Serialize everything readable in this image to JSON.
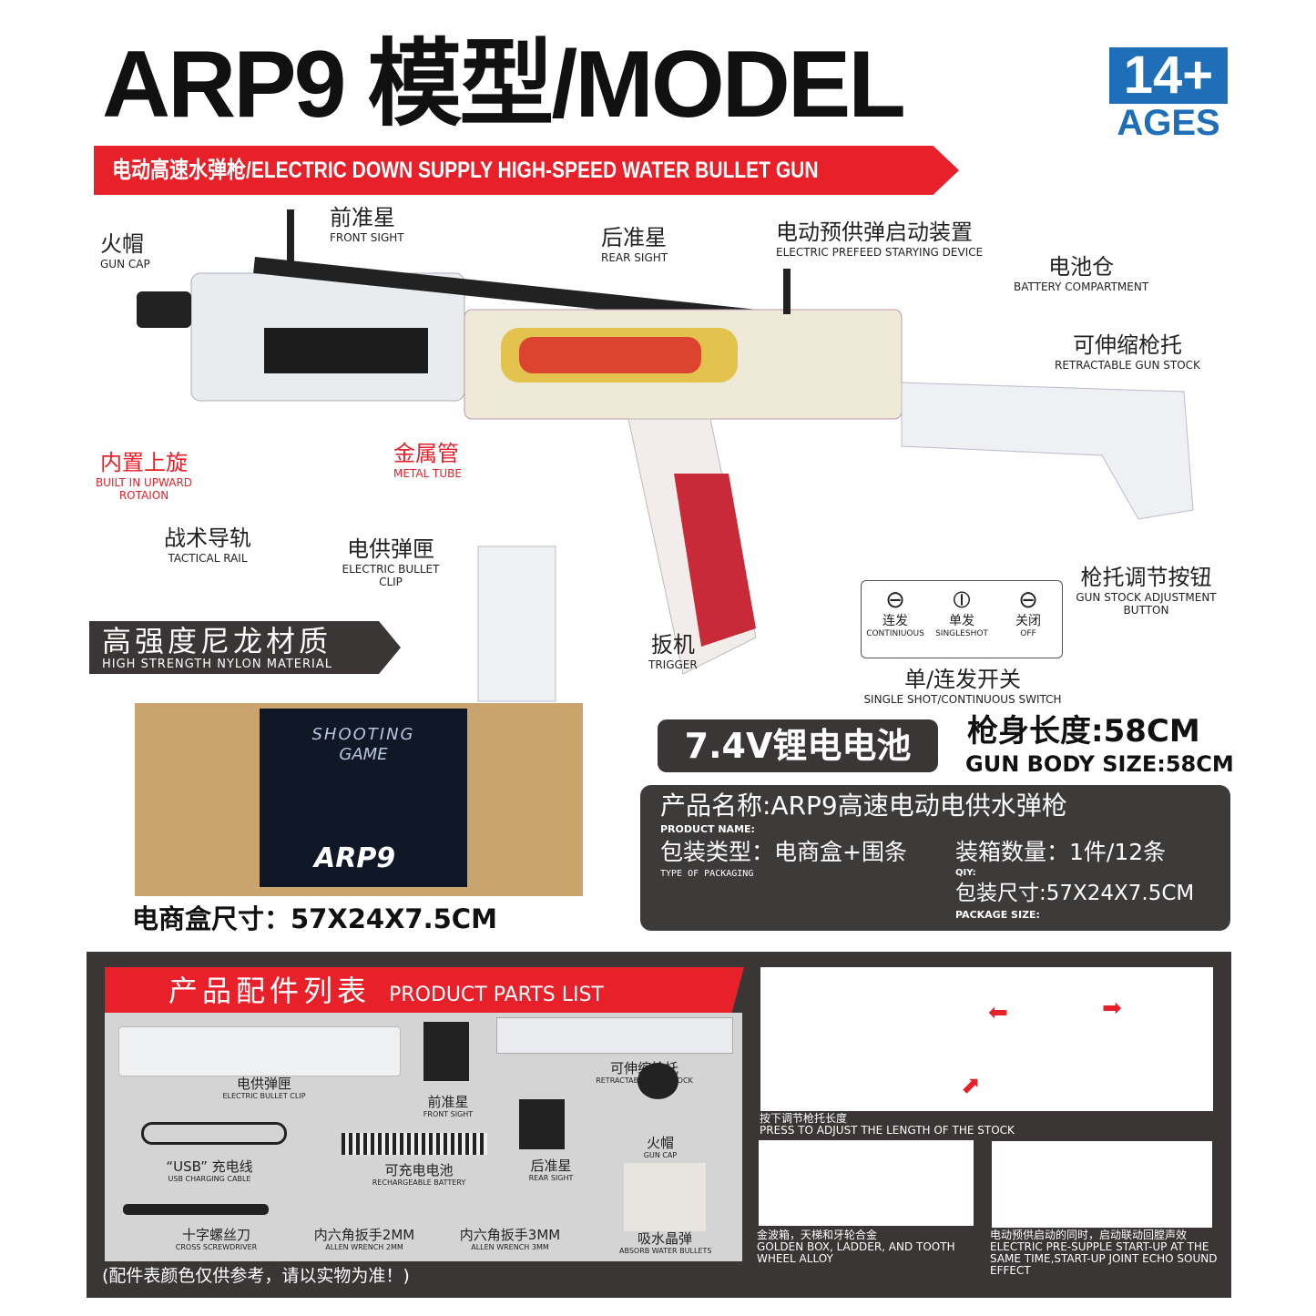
{
  "title": "ARP9 模型/MODEL",
  "age_badge": {
    "number": "14+",
    "label": "AGES",
    "color": "#1e6fb8"
  },
  "banner": "电动高速水弹枪/ELECTRIC DOWN SUPPLY HIGH-SPEED WATER BULLET GUN",
  "callouts": [
    {
      "cn": "火帽",
      "en": "GUN CAP"
    },
    {
      "cn": "前准星",
      "en": "FRONT SIGHT"
    },
    {
      "cn": "后准星",
      "en": "REAR SIGHT"
    },
    {
      "cn": "电动预供弹启动装置",
      "en": "ELECTRIC PREFEED STARYING DEVICE"
    },
    {
      "cn": "电池仓",
      "en": "BATTERY COMPARTMENT"
    },
    {
      "cn": "可伸缩枪托",
      "en": "RETRACTABLE GUN STOCK"
    },
    {
      "cn": "内置上旋",
      "en": "BUILT IN UPWARD ROTAION"
    },
    {
      "cn": "金属管",
      "en": "METAL TUBE"
    },
    {
      "cn": "战术导轨",
      "en": "TACTICAL RAIL"
    },
    {
      "cn": "电供弹匣",
      "en": "ELECTRIC BULLET CLIP"
    },
    {
      "cn": "扳机",
      "en": "TRIGGER"
    },
    {
      "cn": "枪托调节按钮",
      "en": "GUN STOCK ADJUSTMENT BUTTON"
    },
    {
      "cn": "单/连发开关",
      "en": "SINGLE SHOT/CONTINUOUS SWITCH"
    }
  ],
  "fire_modes": [
    {
      "cn": "连发",
      "en": "CONTINIUOUS"
    },
    {
      "cn": "单发",
      "en": "SINGLESHOT"
    },
    {
      "cn": "关闭",
      "en": "OFF"
    }
  ],
  "material": {
    "cn": "高强度尼龙材质",
    "en": "HIGH STRENGTH NYLON MATERIAL"
  },
  "box_art": {
    "line1": "SHOOTING",
    "line2": "GAME",
    "logo": "ARP9"
  },
  "box_size": "电商盒尺寸：57X24X7.5CM",
  "battery": "7.4V锂电电池",
  "gun_size": {
    "cn": "枪身长度:58CM",
    "en": "GUN BODY SIZE:58CM"
  },
  "info": {
    "product_name": {
      "cn": "产品名称:ARP9高速电动电供水弹枪",
      "en": "PRODUCT NAME:"
    },
    "packaging": {
      "cn": "包装类型：电商盒+围条",
      "en": "TYPE OF PACKAGING"
    },
    "qty": {
      "cn": "装箱数量：1件/12条",
      "en": "QIY:"
    },
    "package_size": {
      "cn": "包装尺寸:57X24X7.5CM",
      "en": "PACKAGE SIZE:"
    }
  },
  "parts_list": {
    "title_cn": "产品配件列表",
    "title_en": "PRODUCT PARTS LIST",
    "items": [
      {
        "cn": "电供弹匣",
        "en": "ELECTRIC BULLET CLIP"
      },
      {
        "cn": "前准星",
        "en": "FRONT SIGHT"
      },
      {
        "cn": "可伸缩枪托",
        "en": "RETRACTABLE GUN STOCK"
      },
      {
        "cn": "“USB” 充电线",
        "en": "USB CHARGING CABLE"
      },
      {
        "cn": "可充电电池",
        "en": "RECHARGEABLE BATTERY"
      },
      {
        "cn": "后准星",
        "en": "REAR SIGHT"
      },
      {
        "cn": "火帽",
        "en": "GUN CAP"
      },
      {
        "cn": "十字螺丝刀",
        "en": "CROSS SCREWDRIVER"
      },
      {
        "cn": "内六角扳手2MM",
        "en": "ALLEN WRENCH 2MM"
      },
      {
        "cn": "内六角扳手3MM",
        "en": "ALLEN WRENCH 3MM"
      },
      {
        "cn": "吸水晶弹",
        "en": "ABSORB WATER BULLETS"
      }
    ],
    "note": "(配件表颜色仅供参考，请以实物为准！)"
  },
  "features": [
    {
      "cn": "按下调节枪托长度",
      "en": "PRESS TO ADJUST THE LENGTH OF THE STOCK"
    },
    {
      "cn": "金波箱，天梯和牙轮合金",
      "en": "GOLDEN BOX, LADDER, AND TOOTH WHEEL ALLOY"
    },
    {
      "cn": "电动预供启动的同时，启动联动回膛声效",
      "en": "ELECTRIC PRE-SUPPLE START-UP AT THE SAME TIME,START-UP JOINT ECHO SOUND EFFECT"
    }
  ]
}
